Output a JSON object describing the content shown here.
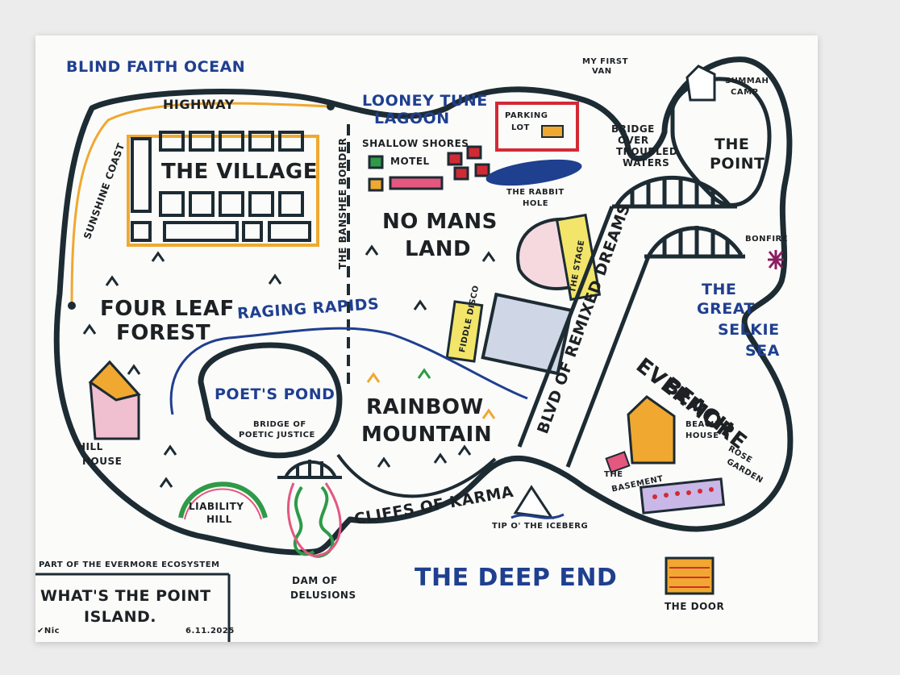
{
  "map": {
    "title_line1": "WHAT'S THE POINT",
    "title_line2": "ISLAND.",
    "subtitle": "PART OF THE EVERMORE ECOSYSTEM",
    "signature": "✔Nic",
    "date": "6.11.2025",
    "colors": {
      "outline": "#1d2b33",
      "ink_blue": "#1f3f8f",
      "orange": "#f0a830",
      "pink": "#e4577f",
      "green": "#2f9a47",
      "yellow": "#f2e56a",
      "red": "#d22a35"
    }
  },
  "labels": {
    "blind_faith_ocean": "BLIND FAITH OCEAN",
    "looney_tune_lagoon_1": "LOONEY TUNE",
    "looney_tune_lagoon_2": "LAGOON",
    "sunshine_coast_highway_1": "SUNSHINE COAST",
    "sunshine_coast_highway_2": "HIGHWAY",
    "the_village": "THE VILLAGE",
    "banshee_border": "THE BANSHEE BORDER",
    "shallow_shores_1": "SHALLOW SHORES",
    "shallow_shores_2": "MOTEL",
    "parking_lot_1": "PARKING",
    "parking_lot_2": "LOT",
    "my_first_van_1": "MY FIRST",
    "my_first_van_2": "VAN",
    "rabbit_hole_1": "THE RABBIT",
    "rabbit_hole_2": "HOLE",
    "summah_camp_1": "SUMMAH",
    "summah_camp_2": "CAMP",
    "bridge_troubled_1": "BRIDGE",
    "bridge_troubled_2": "OVER",
    "bridge_troubled_3": "TROUBLED",
    "bridge_troubled_4": "WATERS",
    "the_point_1": "THE",
    "the_point_2": "POINT",
    "no_mans_land_1": "NO MANS",
    "no_mans_land_2": "LAND",
    "the_stage": "THE STAGE",
    "fiddle_disco": "FIDDLE DISCO",
    "bonfire": "BONFIRE",
    "great_selkie_1": "THE",
    "great_selkie_2": "GREAT",
    "great_selkie_3": "SELKIE",
    "great_selkie_4": "SEA",
    "four_leaf_1": "FOUR LEAF",
    "four_leaf_2": "FOREST",
    "raging_rapids": "RAGING RAPIDS",
    "blvd": "BLVD OF REMIXED DREAMS",
    "evermore_1": "EVERMORE",
    "evermore_2": "BEACH",
    "poets_pond": "POET'S POND",
    "bridge_poetic_1": "BRIDGE OF",
    "bridge_poetic_2": "POETIC JUSTICE",
    "rainbow_1": "RAINBOW",
    "rainbow_2": "MOUNTAIN",
    "hill_house_1": "HILL",
    "hill_house_2": "HOUSE",
    "beach_house_1": "BEACH",
    "beach_house_2": "HOUSE",
    "rose_garden_1": "ROSE",
    "rose_garden_2": "GARDEN",
    "the_basement_1": "THE",
    "the_basement_2": "BASEMENT",
    "liability_1": "LIABILITY",
    "liability_2": "HILL",
    "cliffs_of_karma": "CLIFFS OF KARMA",
    "tip_of_iceberg": "TIP O' THE ICEBERG",
    "dam_1": "DAM OF",
    "dam_2": "DELUSIONS",
    "deep_end": "THE DEEP END",
    "the_door": "THE DOOR"
  }
}
